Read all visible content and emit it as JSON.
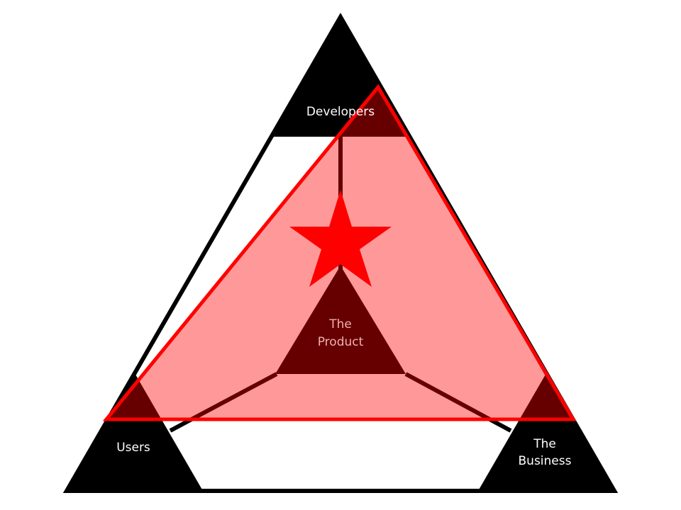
{
  "diagram": {
    "nodes": {
      "developers": "Developers",
      "users": "Users",
      "business_line1": "The",
      "business_line2": "Business",
      "product_line1": "The",
      "product_line2": "Product"
    },
    "colors": {
      "outline": "#000000",
      "corner_fill": "#000000",
      "overlay_fill": "#ff0000",
      "overlay_fill_opacity": 0.4,
      "overlay_stroke": "#ff0000",
      "star": "#ff0000",
      "dark_region": "#5a0000"
    },
    "icons": {
      "focus_marker": "star-icon"
    }
  }
}
